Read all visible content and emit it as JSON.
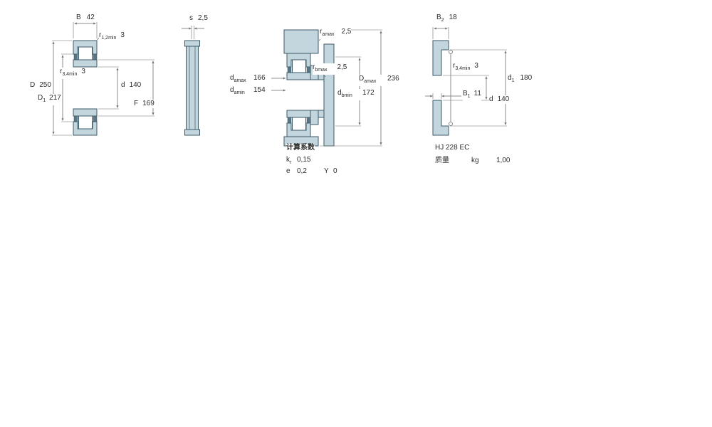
{
  "colors": {
    "outline": "#3c5a68",
    "fill_light": "#c3d6de",
    "fill_dark": "#5a7584",
    "dimension_lines": "#6e6e6e",
    "text": "#2b2b2b",
    "background": "#ffffff"
  },
  "fig1": {
    "B": {
      "sym": "B",
      "value": "42"
    },
    "r12": {
      "sym": "r",
      "sub": "1,2min",
      "value": "3"
    },
    "r34": {
      "sym": "r",
      "sub": "3,4min",
      "value": "3"
    },
    "D": {
      "sym": "D",
      "value": "250"
    },
    "D1": {
      "sym": "D",
      "sub": "1",
      "value": "217"
    },
    "d": {
      "sym": "d",
      "value": "140"
    },
    "F": {
      "sym": "F",
      "value": "169"
    }
  },
  "fig2": {
    "s": {
      "sym": "s",
      "value": "2,5"
    }
  },
  "fig3": {
    "ramax": {
      "sym": "r",
      "sub": "amax",
      "value": "2,5"
    },
    "rbmax": {
      "sym": "r",
      "sub": "bmax",
      "value": "2,5"
    },
    "damax": {
      "sym": "d",
      "sub": "amax",
      "value": "166"
    },
    "damin": {
      "sym": "d",
      "sub": "amin",
      "value": "154"
    },
    "Damax": {
      "sym": "D",
      "sub": "amax",
      "value": "236"
    },
    "dbmin": {
      "sym": "d",
      "sub": "bmin",
      "value": "172"
    }
  },
  "fig4": {
    "B2": {
      "sym": "B",
      "sub": "2",
      "value": "18"
    },
    "r34": {
      "sym": "r",
      "sub": "3,4min",
      "value": "3"
    },
    "B1": {
      "sym": "B",
      "sub": "1",
      "value": "11"
    },
    "d1": {
      "sym": "d",
      "sub": "1",
      "value": "180"
    },
    "d": {
      "sym": "d",
      "value": "140"
    }
  },
  "calculation_factors": {
    "heading": "计算系数",
    "kr": {
      "sym": "k",
      "sub": "r",
      "value": "0,15"
    },
    "e": {
      "sym": "e",
      "value": "0,2"
    },
    "Y": {
      "sym": "Y",
      "value": "0"
    }
  },
  "angle_ring": {
    "designation": "HJ 228 EC",
    "mass_label": "质量",
    "mass_unit": "kg",
    "mass_value": "1,00"
  }
}
